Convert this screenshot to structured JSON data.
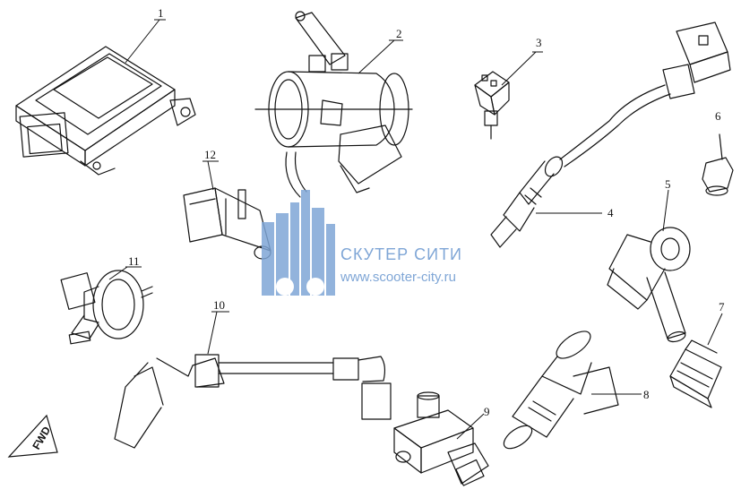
{
  "callouts": [
    "1",
    "2",
    "3",
    "4",
    "5",
    "6",
    "7",
    "8",
    "9",
    "10",
    "11",
    "12"
  ],
  "watermark": {
    "line1": "СКУТЕР СИТИ",
    "line2": "www.scooter-city.ru",
    "color": "#7fa6d6"
  },
  "direction_marker": "FWD"
}
